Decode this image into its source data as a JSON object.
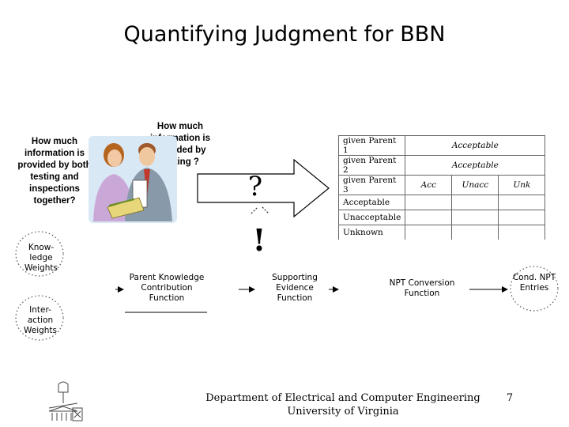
{
  "slide": {
    "title": "Quantifying Judgment for BBN",
    "page_number": "7"
  },
  "questions": {
    "combined": "How much information is provided by both testing and inspections together?",
    "testing": "How much information is provided by testing ?"
  },
  "marks": {
    "question": "?",
    "exclaim": "!"
  },
  "npt_table": {
    "rows": [
      {
        "label": "given Parent 1",
        "value": "Acceptable"
      },
      {
        "label": "given Parent 2",
        "value": "Acceptable"
      },
      {
        "label": "given Parent 3",
        "subvalues": [
          "Acc",
          "Unacc",
          "Unk"
        ]
      },
      {
        "label": "Acceptable"
      },
      {
        "label": "Unacceptable"
      },
      {
        "label": "Unknown"
      }
    ]
  },
  "flow": {
    "knowledge_weights": "Know-ledge Weights",
    "interaction_weights": "Inter-action Weights",
    "parent_knowledge": "Parent Knowledge Contribution Function",
    "supporting_evidence": "Supporting Evidence Function",
    "npt_conversion": "NPT Conversion Function",
    "cond_npt": "Cond. NPT Entries"
  },
  "footer": {
    "department": "Department of Electrical and Computer Engineering",
    "university": "University of Virginia"
  },
  "colors": {
    "text": "#000000",
    "lines": "#666666",
    "dotted": "#555555",
    "clipart_shirt": "#c9a8d8",
    "clipart_suit": "#8899aa",
    "clipart_paper": "#e8d77a"
  }
}
